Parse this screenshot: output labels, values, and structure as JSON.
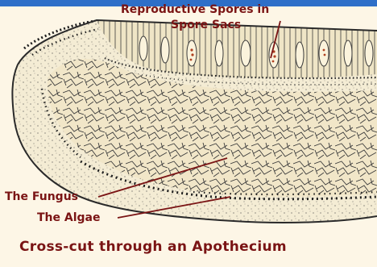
{
  "labels": {
    "spores_line1": "Reproductive Spores in",
    "spores_line2": "Spore Sacs",
    "fungus": "The Fungus",
    "algae": "The Algae"
  },
  "caption": "Cross-cut through an Apothecium",
  "colors": {
    "label_text": "#7a1414",
    "background": "#fdf6e6",
    "ink": "#2a2a2a",
    "header_bar": "#2e6fc8"
  }
}
